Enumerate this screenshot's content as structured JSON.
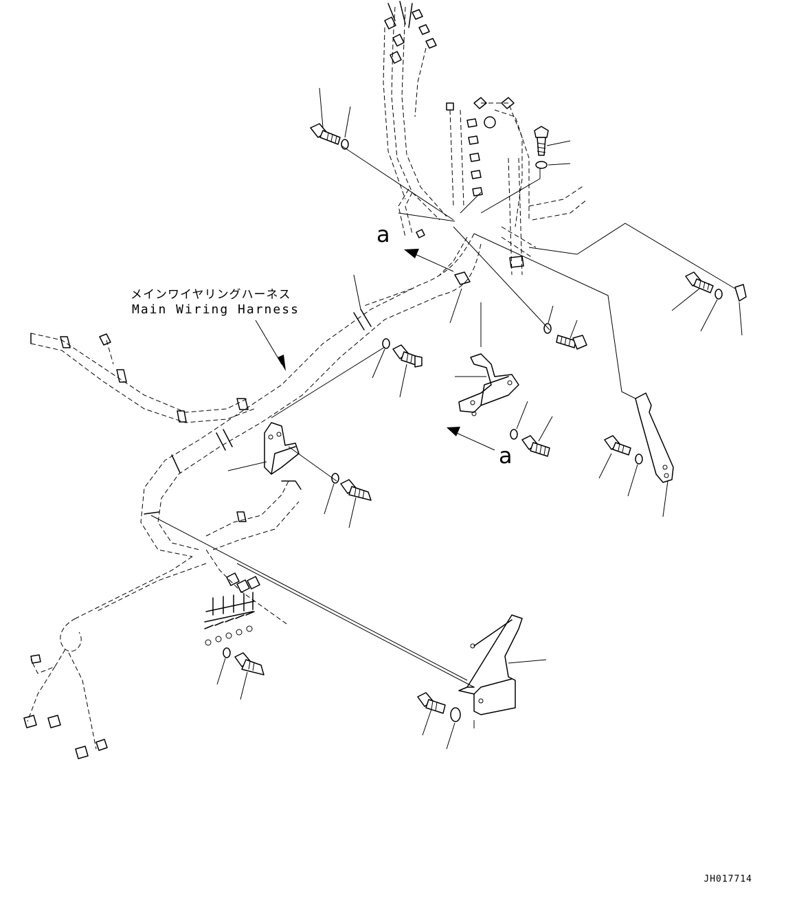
{
  "labels": {
    "harness_jp": "メインワイヤリングハーネス",
    "harness_en": "Main Wiring Harness",
    "view_a_top": "a",
    "view_a_bottom": "a",
    "drawing_id": "JH017714"
  }
}
